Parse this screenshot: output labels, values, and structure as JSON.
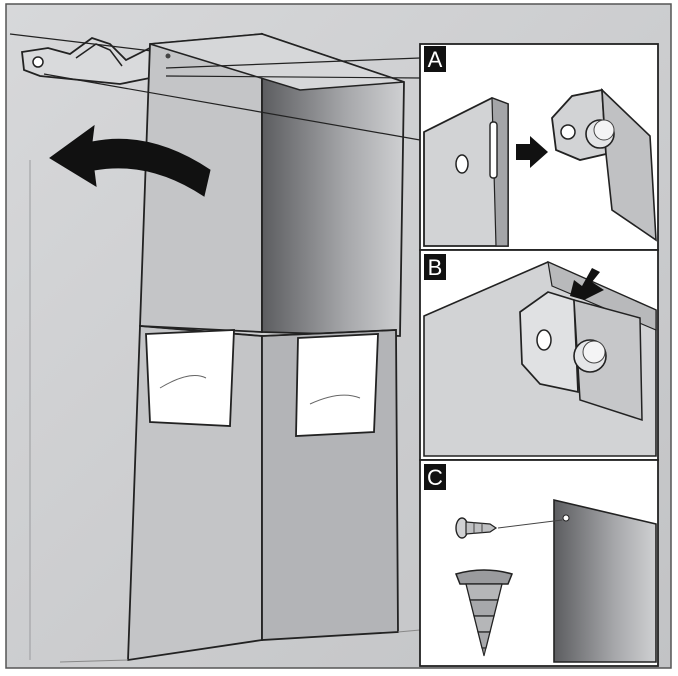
{
  "panels": [
    {
      "label": "A"
    },
    {
      "label": "B"
    },
    {
      "label": "C"
    }
  ],
  "colors": {
    "wall": "#c9cacc",
    "chimney_front": "#c3c4c6",
    "chimney_side": "#a9aaad",
    "label_bg": "#111111",
    "panel_bg": "#ffffff",
    "outline": "#2b2b2b"
  },
  "icons": [
    "arrow-left-icon",
    "screw-icon",
    "wall-plug-icon"
  ]
}
